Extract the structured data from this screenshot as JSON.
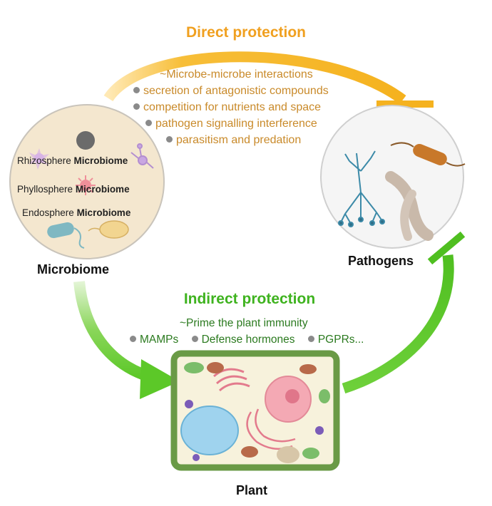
{
  "direct": {
    "title": "Direct protection",
    "intro": "~Microbe-microbe interactions",
    "items": [
      "secretion of antagonistic compounds",
      "competition for nutrients and space",
      "pathogen signalling interference",
      "parasitism and predation"
    ]
  },
  "indirect": {
    "title": "Indirect protection",
    "intro": "~Prime the plant immunity",
    "items": [
      "MAMPs",
      "Defense hormones",
      "PGPRs..."
    ]
  },
  "microbiome": {
    "label": "Microbiome",
    "lines": [
      {
        "prefix": "Rhizosphere ",
        "bold": "Microbiome"
      },
      {
        "prefix": "Phyllosphere ",
        "bold": "Microbiome"
      },
      {
        "prefix": "Endosphere ",
        "bold": "Microbiome"
      }
    ]
  },
  "pathogens": {
    "label": "Pathogens"
  },
  "plant": {
    "label": "Plant"
  },
  "colors": {
    "direct_arrow": "#f5b21f",
    "indirect_arrow": "#5cc828",
    "microbiome_circle": "#f4e7cf",
    "pathogen_circle": "#f5f5f5",
    "cell_wall": "#6a9a46",
    "cell_fill": "#f7f2dc"
  }
}
